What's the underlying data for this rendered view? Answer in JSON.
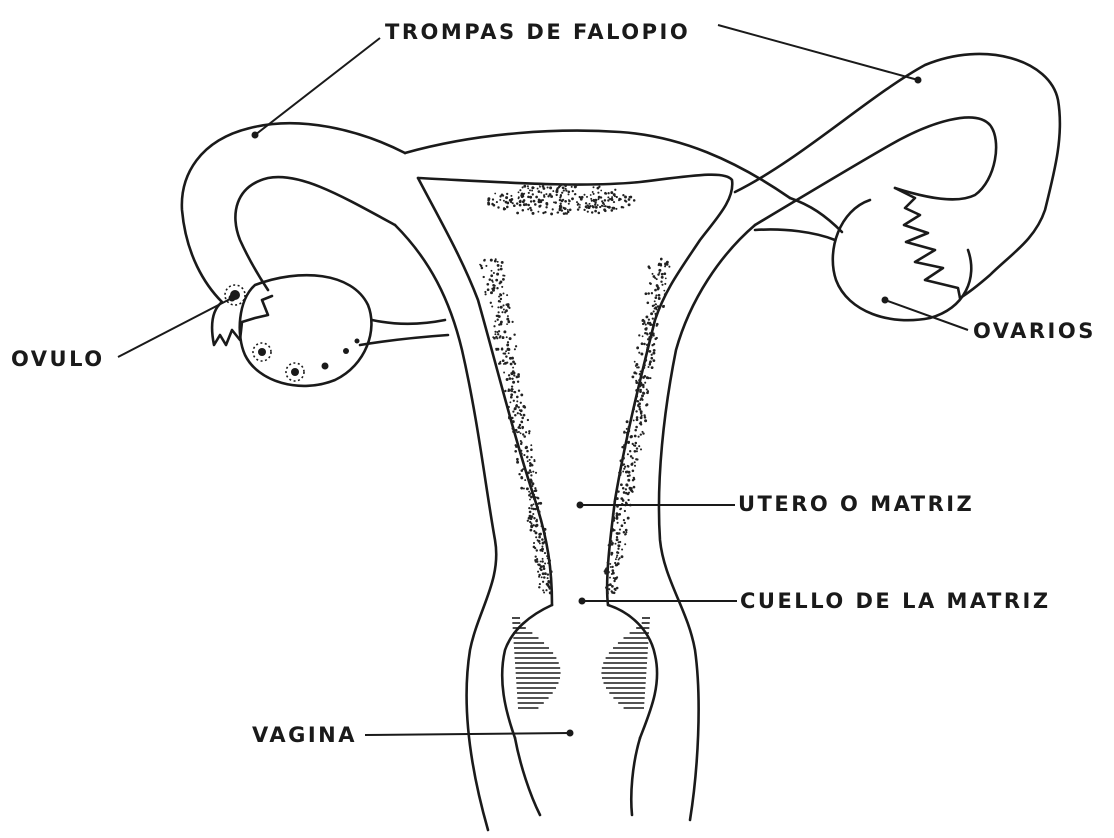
{
  "labels": {
    "fallopian_tubes": "TROMPAS DE FALOPIO",
    "ovum": "OVULO",
    "ovaries": "OVARIOS",
    "uterus": "UTERO O MATRIZ",
    "cervix": "CUELLO DE LA MATRIZ",
    "vagina": "VAGINA"
  },
  "colors": {
    "ink": "#1a1a1a",
    "paper": "#ffffff"
  }
}
